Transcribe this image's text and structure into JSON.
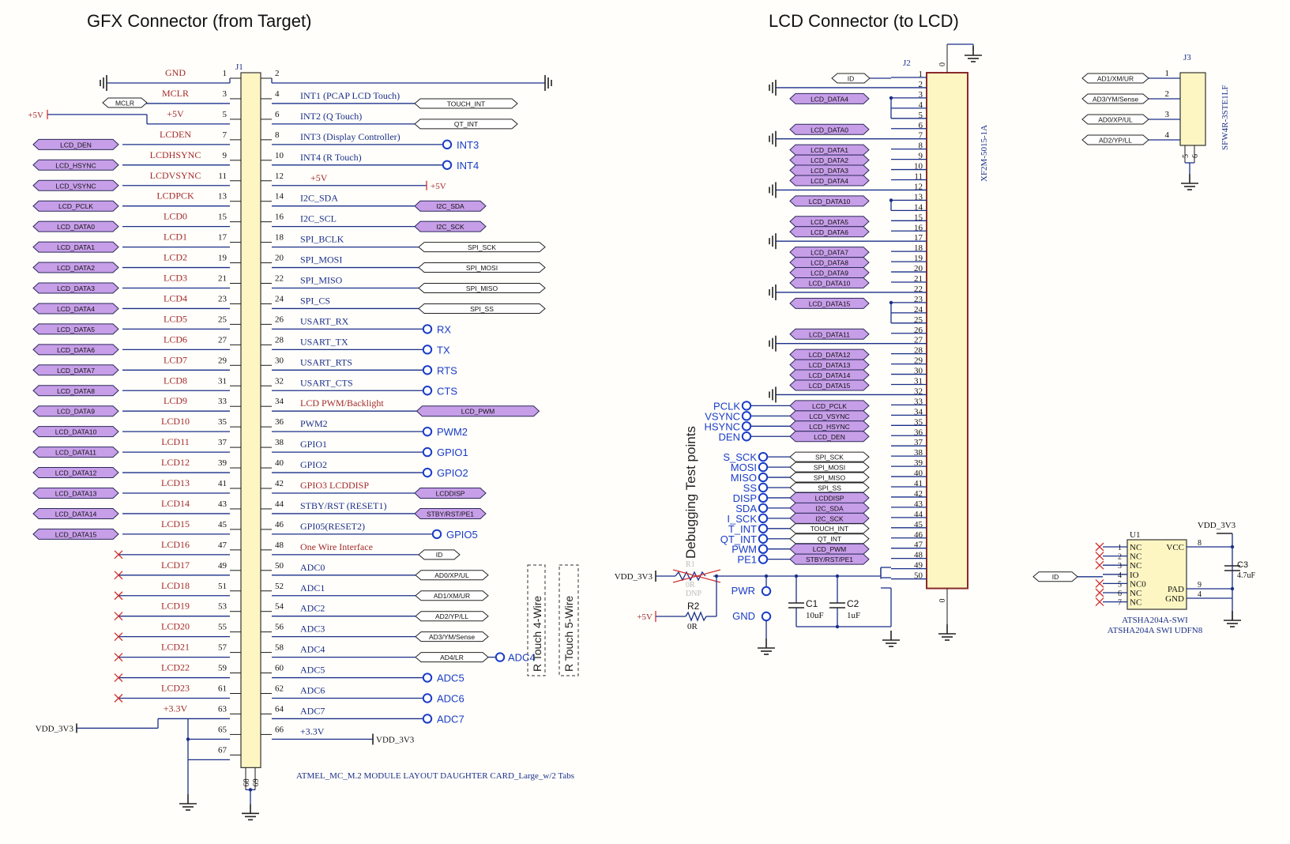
{
  "titles": {
    "gfx": "GFX Connector (from Target)",
    "lcd": "LCD Connector (to LCD)"
  },
  "j1": {
    "ref": "J1",
    "footer": "ATMEL_MC_M.2 MODULE LAYOUT DAUGHTER CARD_Large_w/2 Tabs",
    "bottom_pins": [
      "68",
      "69"
    ],
    "left": [
      {
        "pin": "1",
        "net": "GND",
        "kind": "gnd"
      },
      {
        "pin": "3",
        "net": "MCLR",
        "kind": "port",
        "port": "MCLR"
      },
      {
        "pin": "5",
        "net": "+5V",
        "kind": "pwr",
        "port": "+5V"
      },
      {
        "pin": "7",
        "net": "LCDEN",
        "kind": "port",
        "port": "LCD_DEN"
      },
      {
        "pin": "9",
        "net": "LCDHSYNC",
        "kind": "port",
        "port": "LCD_HSYNC"
      },
      {
        "pin": "11",
        "net": "LCDVSYNC",
        "kind": "port",
        "port": "LCD_VSYNC"
      },
      {
        "pin": "13",
        "net": "LCDPCK",
        "kind": "port",
        "port": "LCD_PCLK"
      },
      {
        "pin": "15",
        "net": "LCD0",
        "kind": "port",
        "port": "LCD_DATA0"
      },
      {
        "pin": "17",
        "net": "LCD1",
        "kind": "port",
        "port": "LCD_DATA1"
      },
      {
        "pin": "19",
        "net": "LCD2",
        "kind": "port",
        "port": "LCD_DATA2"
      },
      {
        "pin": "21",
        "net": "LCD3",
        "kind": "port",
        "port": "LCD_DATA3"
      },
      {
        "pin": "23",
        "net": "LCD4",
        "kind": "port",
        "port": "LCD_DATA4"
      },
      {
        "pin": "25",
        "net": "LCD5",
        "kind": "port",
        "port": "LCD_DATA5"
      },
      {
        "pin": "27",
        "net": "LCD6",
        "kind": "port",
        "port": "LCD_DATA6"
      },
      {
        "pin": "29",
        "net": "LCD7",
        "kind": "port",
        "port": "LCD_DATA7"
      },
      {
        "pin": "31",
        "net": "LCD8",
        "kind": "port",
        "port": "LCD_DATA8"
      },
      {
        "pin": "33",
        "net": "LCD9",
        "kind": "port",
        "port": "LCD_DATA9"
      },
      {
        "pin": "35",
        "net": "LCD10",
        "kind": "port",
        "port": "LCD_DATA10"
      },
      {
        "pin": "37",
        "net": "LCD11",
        "kind": "port",
        "port": "LCD_DATA11"
      },
      {
        "pin": "39",
        "net": "LCD12",
        "kind": "port",
        "port": "LCD_DATA12"
      },
      {
        "pin": "41",
        "net": "LCD13",
        "kind": "port",
        "port": "LCD_DATA13"
      },
      {
        "pin": "43",
        "net": "LCD14",
        "kind": "port",
        "port": "LCD_DATA14"
      },
      {
        "pin": "45",
        "net": "LCD15",
        "kind": "port",
        "port": "LCD_DATA15"
      },
      {
        "pin": "47",
        "net": "LCD16",
        "kind": "nc"
      },
      {
        "pin": "49",
        "net": "LCD17",
        "kind": "nc"
      },
      {
        "pin": "51",
        "net": "LCD18",
        "kind": "nc"
      },
      {
        "pin": "53",
        "net": "LCD19",
        "kind": "nc"
      },
      {
        "pin": "55",
        "net": "LCD20",
        "kind": "nc"
      },
      {
        "pin": "57",
        "net": "LCD21",
        "kind": "nc"
      },
      {
        "pin": "59",
        "net": "LCD22",
        "kind": "nc"
      },
      {
        "pin": "61",
        "net": "LCD23",
        "kind": "nc"
      },
      {
        "pin": "63",
        "net": "+3.3V",
        "kind": "vdd",
        "port": "VDD_3V3"
      },
      {
        "pin": "65",
        "net": "",
        "kind": "gndbus"
      },
      {
        "pin": "67",
        "net": "",
        "kind": "gndbus"
      }
    ],
    "right": [
      {
        "pin": "2",
        "net": "",
        "kind": "gnd"
      },
      {
        "pin": "4",
        "net": "INT1 (PCAP LCD Touch)",
        "kind": "oport",
        "port": "TOUCH_INT"
      },
      {
        "pin": "6",
        "net": "INT2 (Q Touch)",
        "kind": "oport",
        "port": "QT_INT"
      },
      {
        "pin": "8",
        "net": "INT3 (Display Controller)",
        "kind": "tp",
        "port": "INT3"
      },
      {
        "pin": "10",
        "net": "INT4 (R Touch)",
        "kind": "tp",
        "port": "INT4"
      },
      {
        "pin": "12",
        "net": "+5V",
        "kind": "pwr",
        "port": "+5V"
      },
      {
        "pin": "14",
        "net": "I2C_SDA",
        "kind": "port",
        "port": "I2C_SDA"
      },
      {
        "pin": "16",
        "net": "I2C_SCL",
        "kind": "port",
        "port": "I2C_SCK"
      },
      {
        "pin": "18",
        "net": "SPI_BCLK",
        "kind": "oport",
        "port": "SPI_SCK"
      },
      {
        "pin": "20",
        "net": "SPI_MOSI",
        "kind": "oport",
        "port": "SPI_MOSI"
      },
      {
        "pin": "22",
        "net": "SPI_MISO",
        "kind": "oport",
        "port": "SPI_MISO"
      },
      {
        "pin": "24",
        "net": "SPI_CS",
        "kind": "oport",
        "port": "SPI_SS"
      },
      {
        "pin": "26",
        "net": "USART_RX",
        "kind": "tp",
        "port": "RX"
      },
      {
        "pin": "28",
        "net": "USART_TX",
        "kind": "tp",
        "port": "TX"
      },
      {
        "pin": "30",
        "net": "USART_RTS",
        "kind": "tp",
        "port": "RTS"
      },
      {
        "pin": "32",
        "net": "USART_CTS",
        "kind": "tp",
        "port": "CTS"
      },
      {
        "pin": "34",
        "net": "LCD PWM/Backlight",
        "kind": "port",
        "port": "LCD_PWM"
      },
      {
        "pin": "36",
        "net": "PWM2",
        "kind": "tp",
        "port": "PWM2"
      },
      {
        "pin": "38",
        "net": "GPIO1",
        "kind": "tp",
        "port": "GPIO1"
      },
      {
        "pin": "40",
        "net": "GPIO2",
        "kind": "tp",
        "port": "GPIO2"
      },
      {
        "pin": "42",
        "net": "GPIO3   LCDDISP",
        "kind": "port",
        "port": "LCDDISP"
      },
      {
        "pin": "44",
        "net": "STBY/RST (RESET1)",
        "kind": "port",
        "port": "STBY/RST/PE1"
      },
      {
        "pin": "46",
        "net": "GPI05(RESET2)",
        "kind": "tp",
        "port": "GPIO5"
      },
      {
        "pin": "48",
        "net": "One Wire Interface",
        "kind": "oport",
        "port": "ID"
      },
      {
        "pin": "50",
        "net": "ADC0",
        "kind": "oport",
        "port": "AD0/XP/UL"
      },
      {
        "pin": "52",
        "net": "ADC1",
        "kind": "oport",
        "port": "AD1/XM/UR"
      },
      {
        "pin": "54",
        "net": "ADC2",
        "kind": "oport",
        "port": "AD2/YP/LL"
      },
      {
        "pin": "56",
        "net": "ADC3",
        "kind": "oport",
        "port": "AD3/YM/Sense"
      },
      {
        "pin": "58",
        "net": "ADC4",
        "kind": "oporttp",
        "port": "AD4/LR",
        "tp": "ADC4"
      },
      {
        "pin": "60",
        "net": "ADC5",
        "kind": "tp",
        "port": "ADC5"
      },
      {
        "pin": "62",
        "net": "ADC6",
        "kind": "tp",
        "port": "ADC6"
      },
      {
        "pin": "64",
        "net": "ADC7",
        "kind": "tp",
        "port": "ADC7"
      },
      {
        "pin": "66",
        "net": "+3.3V",
        "kind": "vdd",
        "port": "VDD_3V3"
      }
    ],
    "touch_notes": [
      "R Touch 4-Wire",
      "R Touch 5-Wire"
    ]
  },
  "j2": {
    "ref": "J2",
    "part": "XF2M-5015-1A",
    "top_pin": "0",
    "bottom_pin": "0",
    "pins": [
      {
        "pin": "1",
        "port": "ID",
        "type": "o"
      },
      {
        "pin": "2",
        "port": "",
        "type": "g"
      },
      {
        "pin": "3",
        "port": "LCD_DATA4",
        "type": "p"
      },
      {
        "pin": "4",
        "port": "",
        "type": "n"
      },
      {
        "pin": "5",
        "port": "",
        "type": "n"
      },
      {
        "pin": "6",
        "port": "LCD_DATA0",
        "type": "p"
      },
      {
        "pin": "7",
        "port": "",
        "type": "g"
      },
      {
        "pin": "8",
        "port": "LCD_DATA1",
        "type": "p"
      },
      {
        "pin": "9",
        "port": "LCD_DATA2",
        "type": "p"
      },
      {
        "pin": "10",
        "port": "LCD_DATA3",
        "type": "p"
      },
      {
        "pin": "11",
        "port": "LCD_DATA4",
        "type": "p"
      },
      {
        "pin": "12",
        "port": "",
        "type": "g"
      },
      {
        "pin": "13",
        "port": "LCD_DATA10",
        "type": "p"
      },
      {
        "pin": "14",
        "port": "",
        "type": "n"
      },
      {
        "pin": "15",
        "port": "LCD_DATA5",
        "type": "p"
      },
      {
        "pin": "16",
        "port": "LCD_DATA6",
        "type": "p"
      },
      {
        "pin": "17",
        "port": "",
        "type": "g"
      },
      {
        "pin": "18",
        "port": "LCD_DATA7",
        "type": "p"
      },
      {
        "pin": "19",
        "port": "LCD_DATA8",
        "type": "p"
      },
      {
        "pin": "20",
        "port": "LCD_DATA9",
        "type": "p"
      },
      {
        "pin": "21",
        "port": "LCD_DATA10",
        "type": "p"
      },
      {
        "pin": "22",
        "port": "",
        "type": "g"
      },
      {
        "pin": "23",
        "port": "LCD_DATA15",
        "type": "p"
      },
      {
        "pin": "24",
        "port": "",
        "type": "n"
      },
      {
        "pin": "25",
        "port": "",
        "type": "n"
      },
      {
        "pin": "26",
        "port": "LCD_DATA11",
        "type": "p"
      },
      {
        "pin": "27",
        "port": "",
        "type": "g"
      },
      {
        "pin": "28",
        "port": "LCD_DATA12",
        "type": "p"
      },
      {
        "pin": "29",
        "port": "LCD_DATA13",
        "type": "p"
      },
      {
        "pin": "30",
        "port": "LCD_DATA14",
        "type": "p"
      },
      {
        "pin": "31",
        "port": "LCD_DATA15",
        "type": "p"
      },
      {
        "pin": "32",
        "port": "",
        "type": "g"
      },
      {
        "pin": "33",
        "port": "LCD_PCLK",
        "type": "p",
        "tp": "PCLK"
      },
      {
        "pin": "34",
        "port": "LCD_VSYNC",
        "type": "p",
        "tp": "VSYNC"
      },
      {
        "pin": "35",
        "port": "LCD_HSYNC",
        "type": "p",
        "tp": "HSYNC"
      },
      {
        "pin": "36",
        "port": "LCD_DEN",
        "type": "p",
        "tp": "DEN"
      },
      {
        "pin": "37",
        "port": "",
        "type": "n"
      },
      {
        "pin": "38",
        "port": "SPI_SCK",
        "type": "o",
        "tp": "S_SCK"
      },
      {
        "pin": "39",
        "port": "SPI_MOSI",
        "type": "o",
        "tp": "MOSI"
      },
      {
        "pin": "40",
        "port": "SPI_MISO",
        "type": "o",
        "tp": "MISO"
      },
      {
        "pin": "41",
        "port": "SPI_SS",
        "type": "o",
        "tp": "SS"
      },
      {
        "pin": "42",
        "port": "LCDDISP",
        "type": "p",
        "tp": "DISP"
      },
      {
        "pin": "43",
        "port": "I2C_SDA",
        "type": "p",
        "tp": "SDA"
      },
      {
        "pin": "44",
        "port": "I2C_SCK",
        "type": "p",
        "tp": "I_SCK"
      },
      {
        "pin": "45",
        "port": "TOUCH_INT",
        "type": "o",
        "tp": "T_INT"
      },
      {
        "pin": "46",
        "port": "QT_INT",
        "type": "o",
        "tp": "QT_INT"
      },
      {
        "pin": "47",
        "port": "LCD_PWM",
        "type": "p",
        "tp": "PWM"
      },
      {
        "pin": "48",
        "port": "STBY/RST/PE1",
        "type": "p",
        "tp": "PE1"
      },
      {
        "pin": "49",
        "port": "",
        "type": "n"
      },
      {
        "pin": "50",
        "port": "",
        "type": "n"
      }
    ],
    "debug_label": "Debugging Test points"
  },
  "power": {
    "vdd_label": "VDD_3V3",
    "p5v_label": "+5V",
    "r1": {
      "ref": "R1",
      "value": "0R",
      "note": "DNP"
    },
    "r2": {
      "ref": "R2",
      "value": "0R"
    },
    "c1": {
      "ref": "C1",
      "value": "10uF"
    },
    "c2": {
      "ref": "C2",
      "value": "1uF"
    },
    "tp_pwr": "PWR",
    "tp_gnd": "GND"
  },
  "j3": {
    "ref": "J3",
    "part": "SFW4R-3STE1LF",
    "pins": [
      {
        "pin": "1",
        "port": "AD1/XM/UR"
      },
      {
        "pin": "2",
        "port": "AD3/YM/Sense"
      },
      {
        "pin": "3",
        "port": "AD0/XP/UL"
      },
      {
        "pin": "4",
        "port": "AD2/YP/LL"
      }
    ],
    "bottom_pins": [
      "5",
      "6"
    ]
  },
  "u1": {
    "ref": "U1",
    "part1": "ATSHA204A-SWI",
    "part2": "ATSHA204A SWI UDFN8",
    "vdd": "VDD_3V3",
    "port": "ID",
    "left_pins": [
      {
        "pin": "1",
        "name": "NC"
      },
      {
        "pin": "2",
        "name": "NC"
      },
      {
        "pin": "3",
        "name": "NC"
      },
      {
        "pin": "4",
        "name": "IO"
      },
      {
        "pin": "5",
        "name": "NC0"
      },
      {
        "pin": "6",
        "name": "NC"
      },
      {
        "pin": "7",
        "name": "NC"
      }
    ],
    "right_pins": [
      {
        "pin": "8",
        "name": "VCC"
      },
      {
        "pin": "9",
        "name": "PAD"
      },
      {
        "pin": "4",
        "name": "GND"
      }
    ],
    "c3": {
      "ref": "C3",
      "value": "4.7uF"
    }
  }
}
